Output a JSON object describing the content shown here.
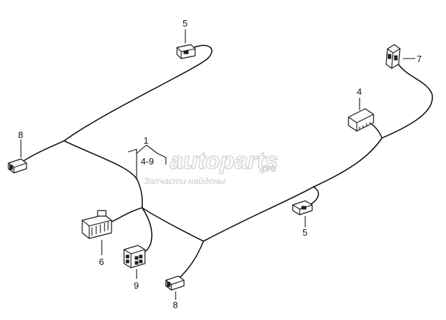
{
  "callouts": {
    "c1": "1",
    "c1_range": "4-9",
    "c4": "4",
    "c5_top": "5",
    "c5_right": "5",
    "c6": "6",
    "c7": "7",
    "c8_left": "8",
    "c8_bottom": "8",
    "c9": "9"
  },
  "watermark": {
    "logo": "autoparts",
    "suffix": ".pro",
    "caption": "Запчасти найдены"
  },
  "colors": {
    "line": "#111111",
    "watermark": "#cfcfcf"
  }
}
